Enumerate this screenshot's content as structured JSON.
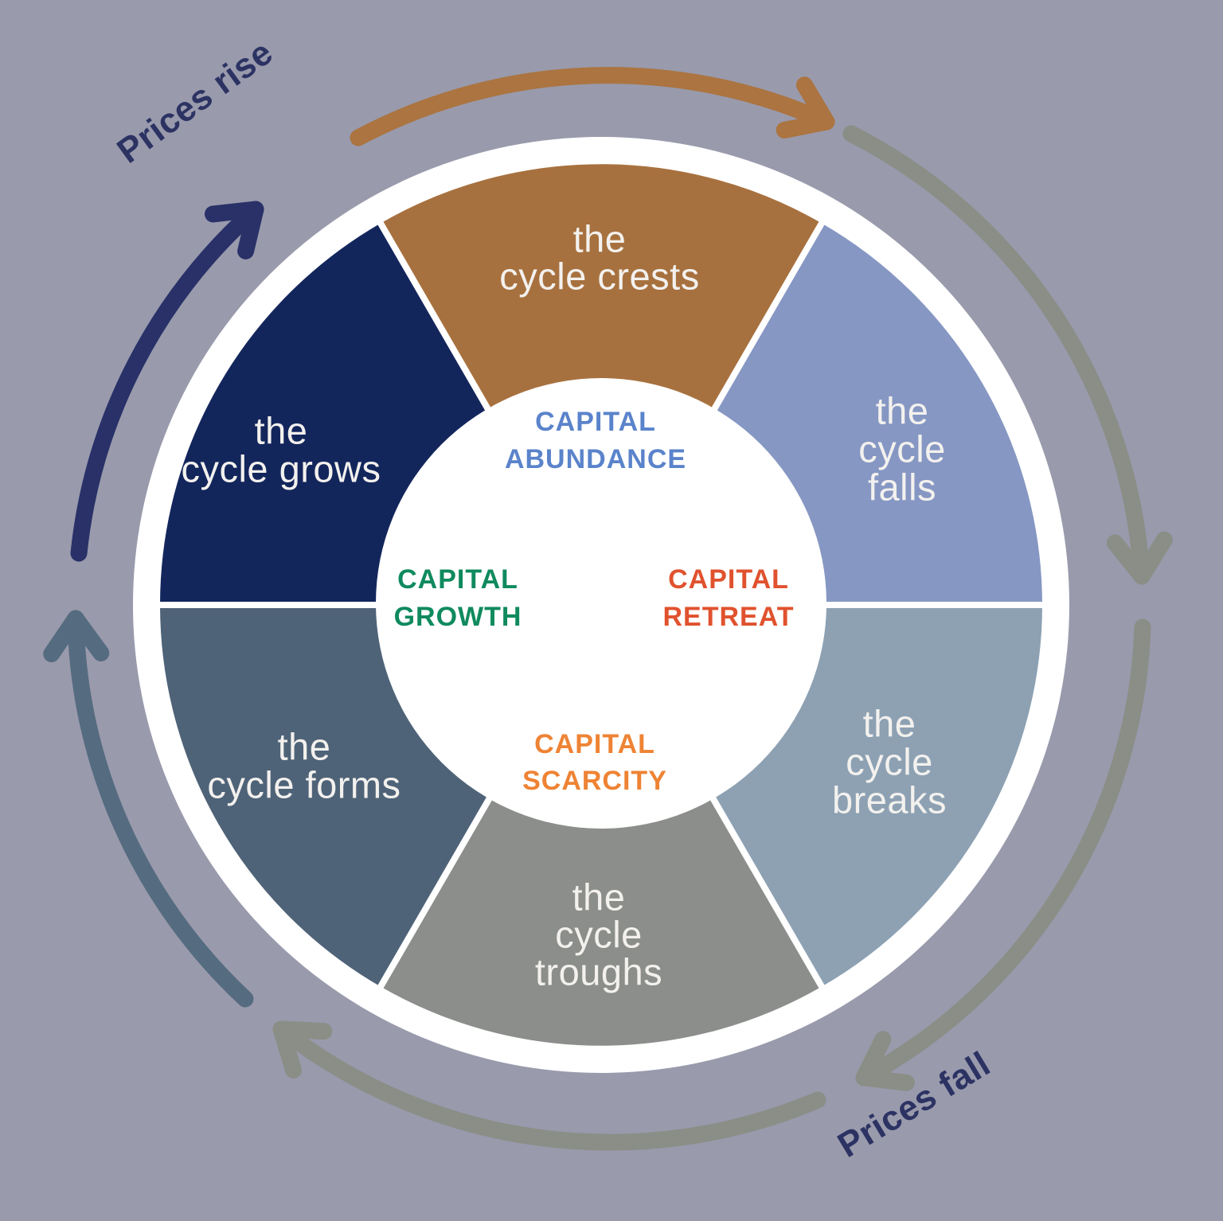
{
  "colors": {
    "background": "#999aac",
    "white": "#ffffff",
    "wedge_text": "#f3f1ee",
    "wedge_crests": "#a7713f",
    "wedge_falls": "#8697c3",
    "wedge_breaks": "#8da1b3",
    "wedge_troughs": "#8b8e8a",
    "wedge_forms": "#4f6378",
    "wedge_grows": "#13265c",
    "arrow_navy": "#293168",
    "arrow_brown": "#ab7440",
    "arrow_gray": "#8a8e86",
    "arrow_slate": "#556b80",
    "abundance": "#5a83cb",
    "growth": "#0f8a5e",
    "retreat": "#e0522e",
    "scarcity": "#ee8334",
    "prices": "#2c3363"
  },
  "wheel": {
    "wedges": {
      "crests": {
        "lines": [
          "the",
          "cycle crests"
        ]
      },
      "falls": {
        "lines": [
          "the",
          "cycle",
          "falls"
        ]
      },
      "breaks": {
        "lines": [
          "the",
          "cycle",
          "breaks"
        ]
      },
      "troughs": {
        "lines": [
          "the",
          "cycle",
          "troughs"
        ]
      },
      "forms": {
        "lines": [
          "the",
          "cycle forms"
        ]
      },
      "grows": {
        "lines": [
          "the",
          "cycle grows"
        ]
      }
    },
    "center": {
      "abundance": {
        "lines": [
          "CAPITAL",
          "ABUNDANCE"
        ]
      },
      "growth": {
        "lines": [
          "CAPITAL",
          "GROWTH"
        ]
      },
      "retreat": {
        "lines": [
          "CAPITAL",
          "RETREAT"
        ]
      },
      "scarcity": {
        "lines": [
          "CAPITAL",
          "SCARCITY"
        ]
      }
    }
  },
  "annotations": {
    "prices_rise": "Prices rise",
    "prices_fall": "Prices fall"
  }
}
